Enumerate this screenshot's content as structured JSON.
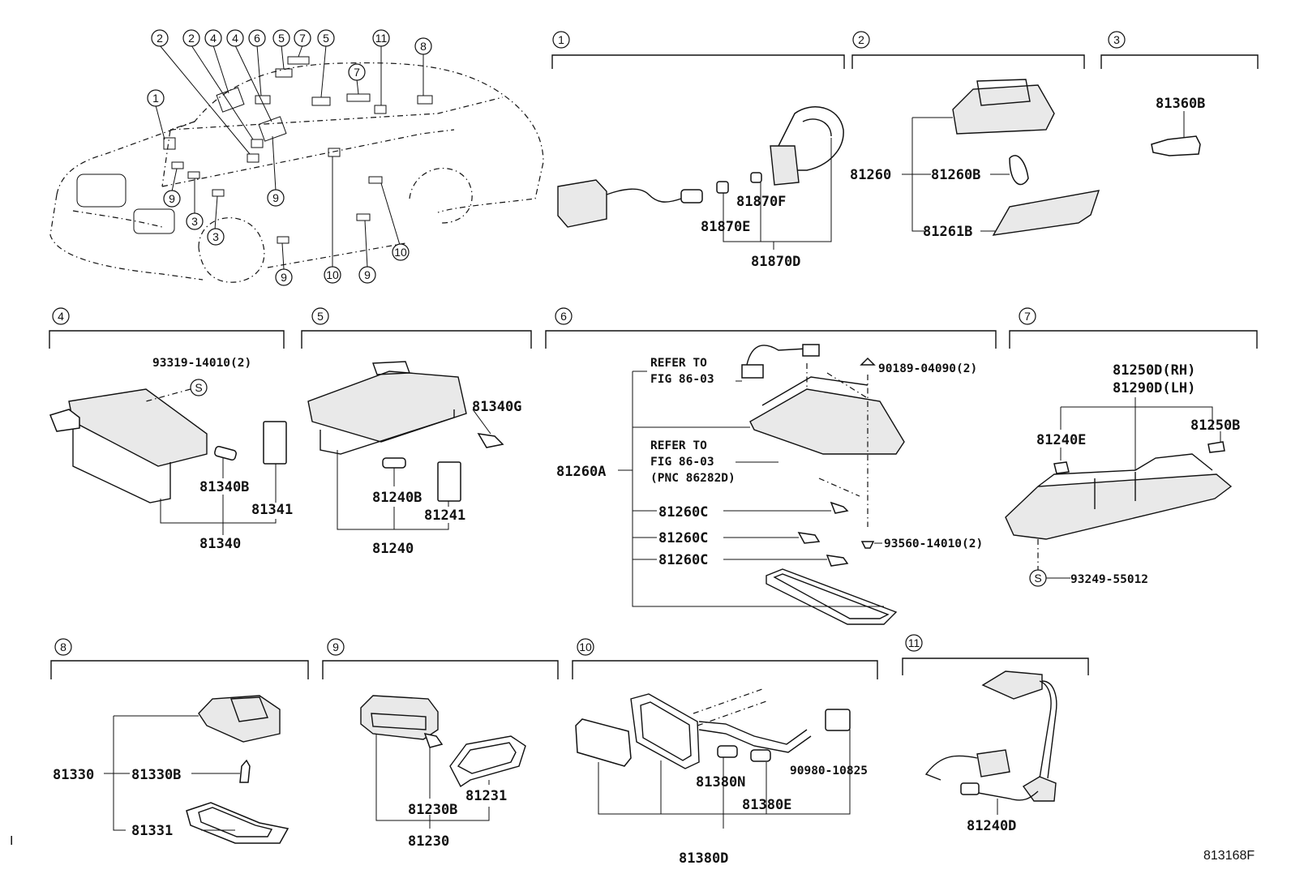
{
  "diagram": {
    "figure_code": "813168F",
    "stray_mark": "I",
    "overview_callouts": [
      "1",
      "2",
      "2",
      "4",
      "4",
      "6",
      "5",
      "7",
      "5",
      "7",
      "11",
      "8",
      "9",
      "3",
      "3",
      "9",
      "9",
      "10",
      "9",
      "10"
    ],
    "sections": [
      {
        "id": "1",
        "parts": {
          "a": "81870F",
          "b": "81870E",
          "c": "81870D"
        }
      },
      {
        "id": "2",
        "parts": {
          "a": "81260",
          "b": "81260B",
          "c": "81261B"
        }
      },
      {
        "id": "3",
        "parts": {
          "a": "81360B"
        }
      },
      {
        "id": "4",
        "parts": {
          "a": "93319-14010(2)",
          "b": "81340B",
          "c": "81341",
          "d": "81340",
          "s": "S"
        }
      },
      {
        "id": "5",
        "parts": {
          "a": "81340G",
          "b": "81240B",
          "c": "81241",
          "d": "81240"
        }
      },
      {
        "id": "6",
        "parts": {
          "ref1a": "REFER TO",
          "ref1b": "FIG 86-03",
          "ref2a": "REFER TO",
          "ref2b": "FIG 86-03",
          "ref2c": "(PNC 86282D)",
          "a": "90189-04090(2)",
          "b": "81260A",
          "c1": "81260C",
          "c2": "81260C",
          "c3": "81260C",
          "d": "93560-14010(2)"
        }
      },
      {
        "id": "7",
        "parts": {
          "a": "81250D(RH)",
          "b": "81290D(LH)",
          "c": "81240E",
          "d": "81250B",
          "e": "93249-55012",
          "s": "S"
        }
      },
      {
        "id": "8",
        "parts": {
          "a": "81330",
          "b": "81330B",
          "c": "81331"
        }
      },
      {
        "id": "9",
        "parts": {
          "a": "81230B",
          "b": "81231",
          "c": "81230"
        }
      },
      {
        "id": "10",
        "parts": {
          "a": "90980-10825",
          "b": "81380N",
          "c": "81380E",
          "d": "81380D"
        }
      },
      {
        "id": "11",
        "parts": {
          "a": "81240D"
        }
      }
    ]
  }
}
